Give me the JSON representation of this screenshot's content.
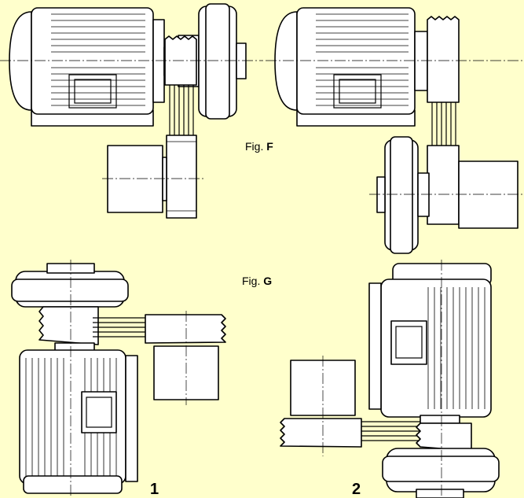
{
  "figures": {
    "fig_f": {
      "prefix": "Fig. ",
      "letter": "F"
    },
    "fig_g": {
      "prefix": "Fig. ",
      "letter": "G"
    }
  },
  "variants": {
    "one": "1",
    "two": "2"
  },
  "colors": {
    "background": "#ffffcc",
    "line": "#000000",
    "part_fill": "#ffffff"
  }
}
